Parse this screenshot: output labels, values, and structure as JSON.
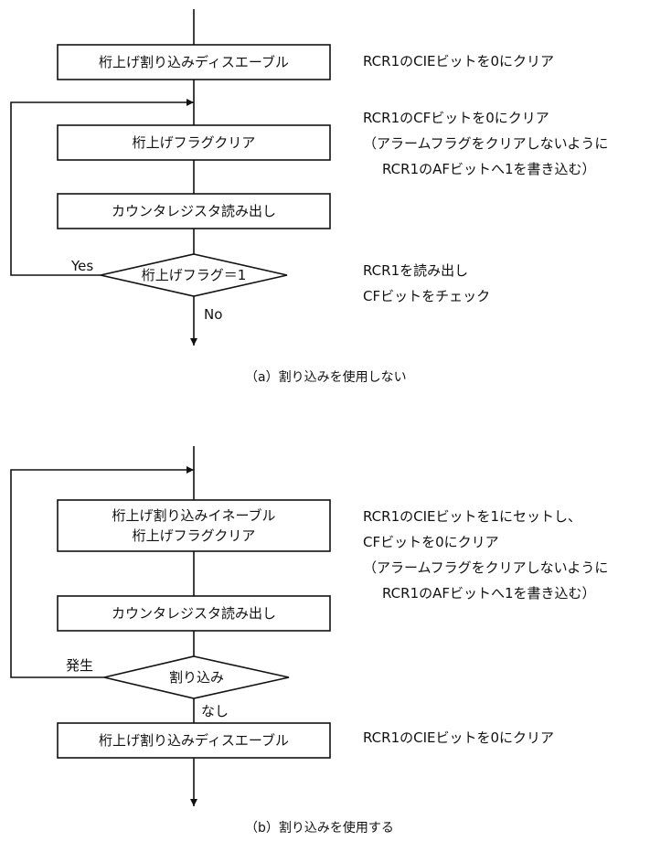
{
  "flow_a": {
    "box1": "桁上げ割り込みディスエーブル",
    "box2": "桁上げフラグクリア",
    "box3": "カウンタレジスタ読み出し",
    "decision": "桁上げフラグ＝1",
    "yes_label": "Yes",
    "no_label": "No",
    "note1": "RCR1のCIEビットを0にクリア",
    "note2_line1": "RCR1のCFビットを0にクリア",
    "note2_line2": "（アラームフラグをクリアしないように",
    "note2_line3": "RCR1のAFビットへ1を書き込む）",
    "note3_line1": "RCR1を読み出し",
    "note3_line2": "CFビットをチェック",
    "caption": "（a）割り込みを使用しない"
  },
  "flow_b": {
    "box1_line1": "桁上げ割り込みイネーブル",
    "box1_line2": "桁上げフラグクリア",
    "box2": "カウンタレジスタ読み出し",
    "decision": "割り込み",
    "yes_label": "発生",
    "no_label": "なし",
    "box3": "桁上げ割り込みディスエーブル",
    "note1_line1": "RCR1のCIEビットを1にセットし、",
    "note1_line2": "CFビットを0にクリア",
    "note1_line3": "（アラームフラグをクリアしないように",
    "note1_line4": "RCR1のAFビットへ1を書き込む）",
    "note2": "RCR1のCIEビットを0にクリア",
    "caption": "（b）割り込みを使用する"
  }
}
